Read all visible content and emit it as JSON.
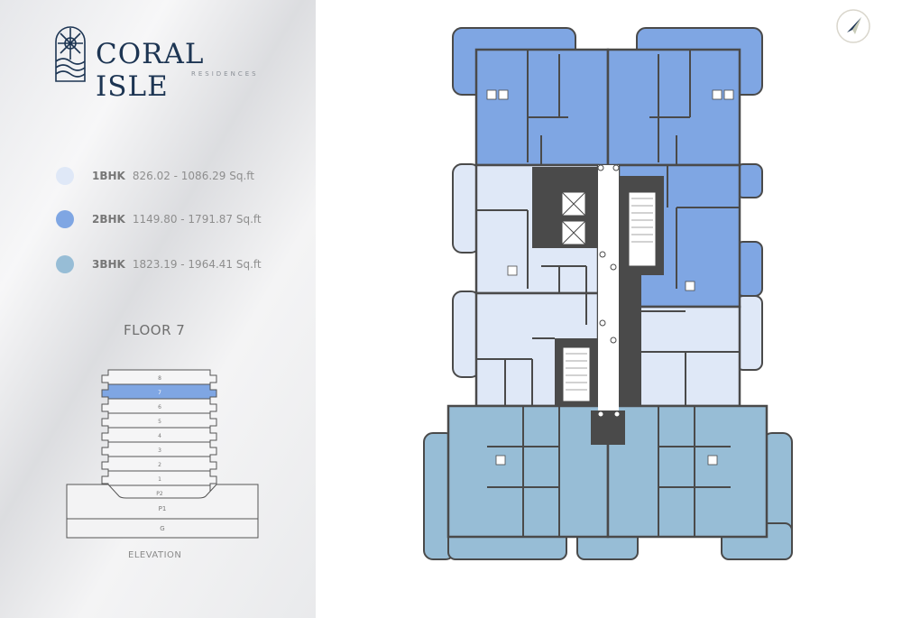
{
  "brand": {
    "name": "CORAL ISLE",
    "subtitle": "RESIDENCES"
  },
  "legend": [
    {
      "type": "1BHK",
      "range": "826.02 - 1086.29 Sq.ft",
      "color": "#dfe8f7"
    },
    {
      "type": "2BHK",
      "range": "1149.80 - 1791.87 Sq.ft",
      "color": "#7fa6e3"
    },
    {
      "type": "3BHK",
      "range": "1823.19 - 1964.41 Sq.ft",
      "color": "#97bdd6"
    }
  ],
  "floor_title": "FLOOR 7",
  "elevation": {
    "label": "ELEVATION",
    "levels": [
      "8",
      "7",
      "6",
      "5",
      "4",
      "3",
      "2",
      "1",
      "P2",
      "P1",
      "G"
    ],
    "selected": "7",
    "highlight_color": "#7fa6e3"
  },
  "icons": {
    "compass": "compass-north-arrow-icon",
    "logo": "coral-isle-emblem"
  }
}
